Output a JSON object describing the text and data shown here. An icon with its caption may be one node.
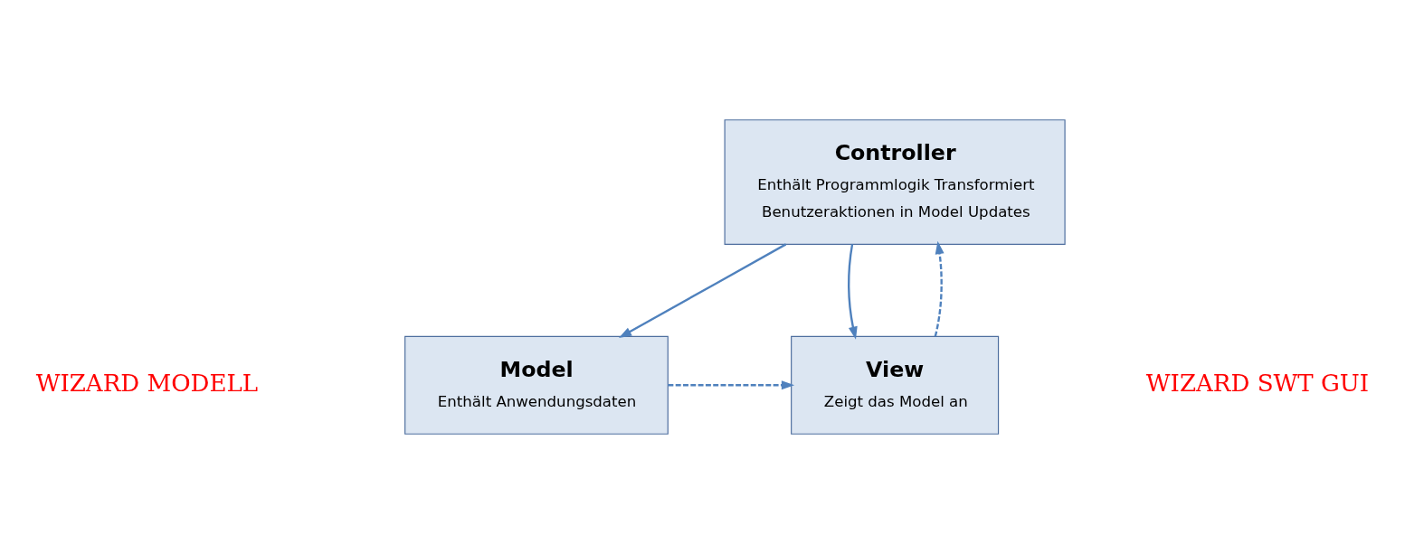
{
  "diagram": {
    "nodes": [
      {
        "text": [
          "Controller",
          "Enthält Programmlogik Transformiert",
          "Benutzeraktionen in Model Updates"
        ]
      },
      {
        "text": [
          "Model",
          "Enthält Anwendungsdaten"
        ]
      },
      {
        "text": [
          "View",
          "Zeigt das Model an"
        ]
      }
    ],
    "edges": [
      {
        "from": 0,
        "to": 1,
        "arrow": "to"
      },
      {
        "from": 0,
        "to": 2,
        "arrow": "to"
      },
      {
        "from": 1,
        "to": 2,
        "arrow": "to",
        "style": "dashed"
      },
      {
        "from": 2,
        "to": 0,
        "arrow": "to",
        "style": "dashed"
      }
    ],
    "labels": [
      "WIZARD MODELL",
      "WIZARD SWT GUI"
    ]
  }
}
